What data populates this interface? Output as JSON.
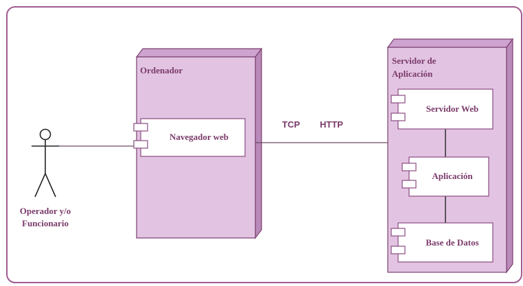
{
  "colors": {
    "frame": "#a05a90",
    "node_front": "#e2c4e2",
    "node_top": "#cfa3cf",
    "node_side": "#b98ab9",
    "node_border": "#7a3f6f",
    "component_fill": "#ffffff",
    "component_border": "#8a4a80",
    "text": "#7a3a6a",
    "link": "#6a4a66",
    "actor": "#222222"
  },
  "actor": {
    "label_line1": "Operador y/o",
    "label_line2": "Funcionario"
  },
  "client_node": {
    "title": "Ordenador",
    "components": [
      {
        "label": "Navegador web"
      }
    ]
  },
  "server_node": {
    "title_line1": "Servidor de",
    "title_line2": "Aplicación",
    "components": [
      {
        "label": "Servidor Web"
      },
      {
        "label": "Aplicación"
      },
      {
        "label": "Base de Datos"
      }
    ]
  },
  "connection": {
    "protocol_1": "TCP",
    "protocol_2": "HTTP"
  }
}
